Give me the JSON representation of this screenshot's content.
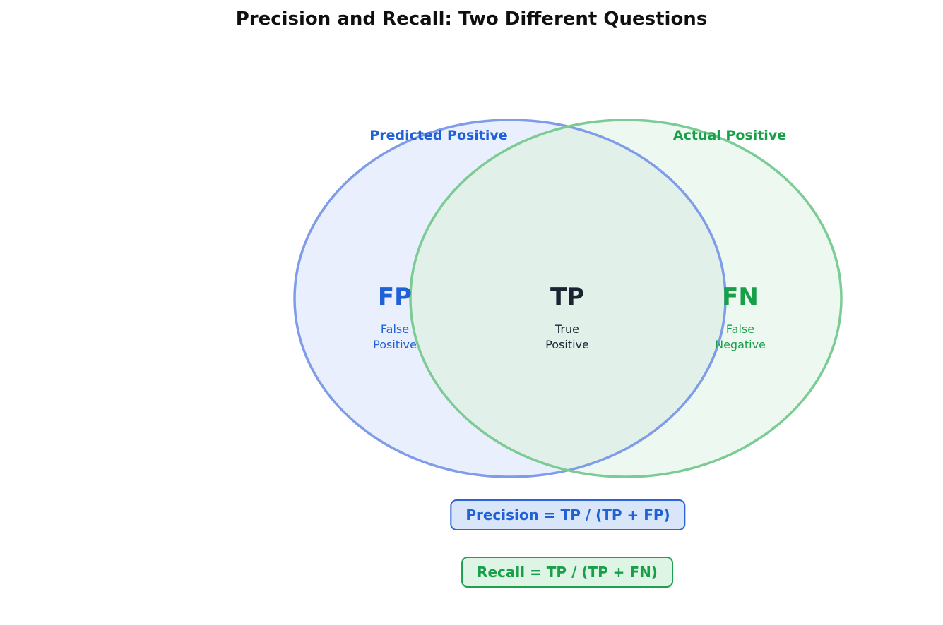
{
  "title": "Precision and Recall: Two Different Questions",
  "diagram": {
    "left_set": {
      "label": "Predicted Positive"
    },
    "right_set": {
      "label": "Actual Positive"
    },
    "regions": {
      "fp": {
        "abbr": "FP",
        "line1": "False",
        "line2": "Positive"
      },
      "tp": {
        "abbr": "TP",
        "line1": "True",
        "line2": "Positive"
      },
      "fn": {
        "abbr": "FN",
        "line1": "False",
        "line2": "Negative"
      }
    }
  },
  "formulas": {
    "precision": "Precision = TP / (TP + FP)",
    "recall": "Recall = TP / (TP + FN)"
  },
  "colors": {
    "title_text": "#0f0f0f",
    "blue_text": "#2062d6",
    "green_text": "#18a049",
    "dark_text": "#1b2433",
    "blue_circle_stroke": "#7f9ce9",
    "green_circle_stroke": "#7ccb95",
    "blue_circle_fill": "#e9effc",
    "green_circle_fill": "#ecf8f0",
    "overlap_fill": "#e1f1ea",
    "precision_box_bg": "#d9e6fa",
    "precision_box_border": "#2d63d8",
    "recall_box_bg": "#def5e5",
    "recall_box_border": "#1da14f"
  }
}
